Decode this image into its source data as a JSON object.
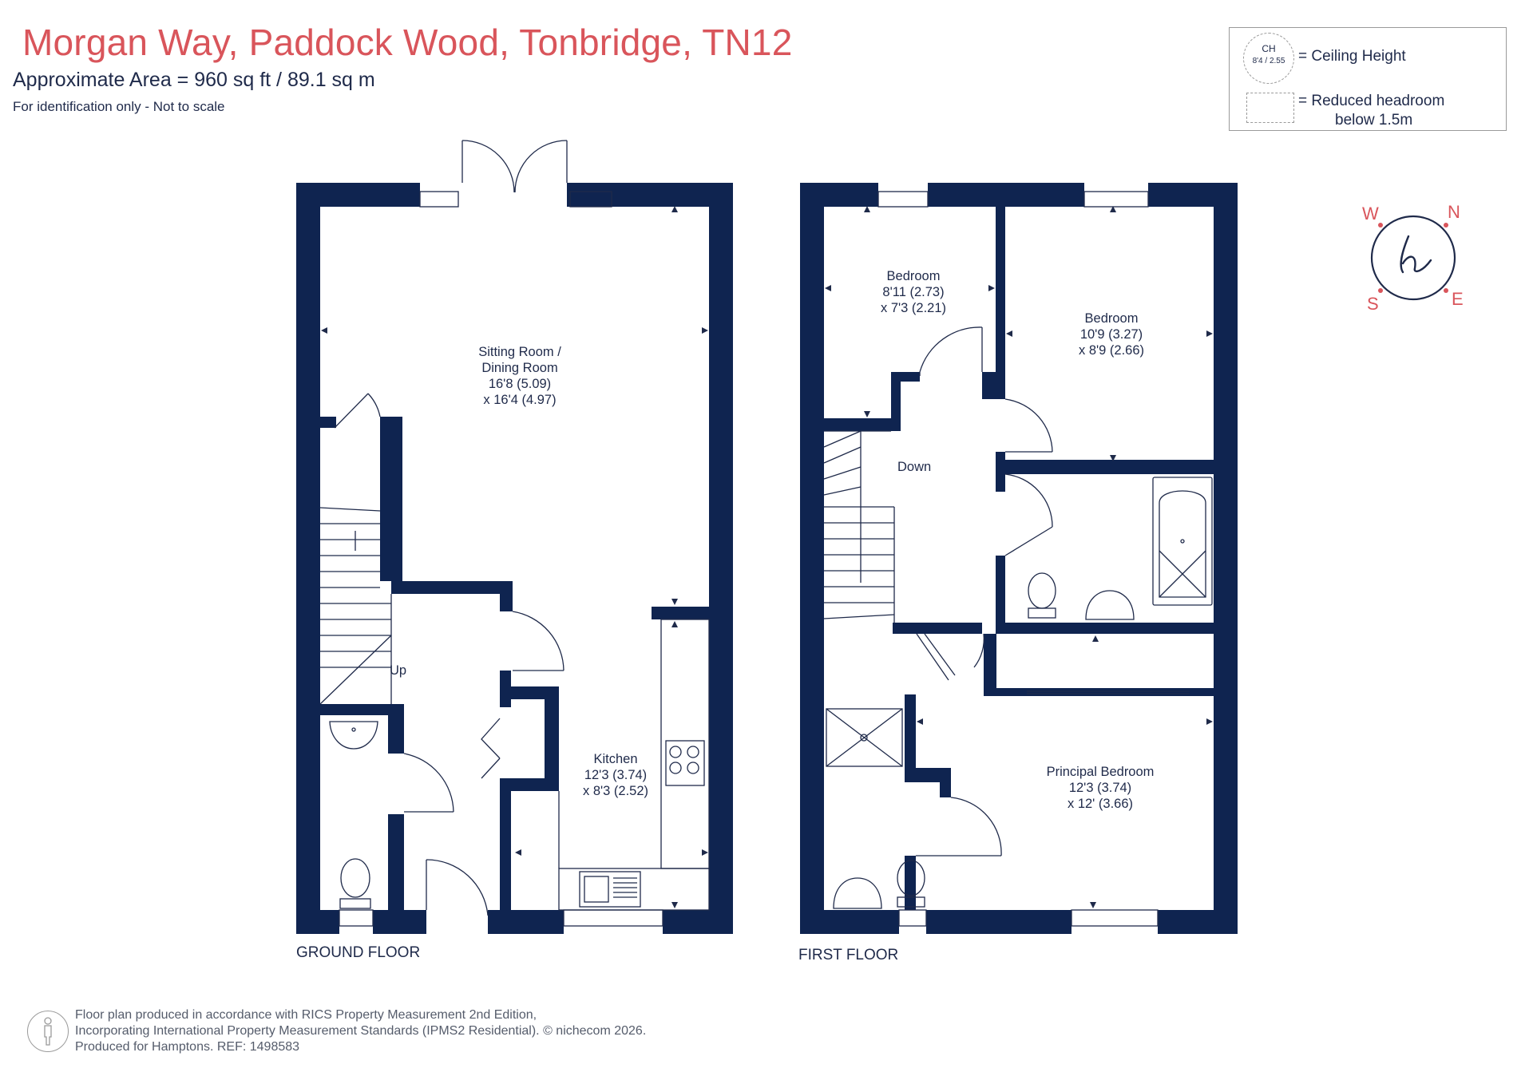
{
  "header": {
    "title": "Morgan Way, Paddock Wood, Tonbridge, TN12",
    "area": "Approximate Area = 960 sq ft / 89.1 sq m",
    "note": "For identification only - Not to scale"
  },
  "legend": {
    "ch_label": "CH",
    "ch_value": "8'4 / 2.55",
    "ceiling_text": "= Ceiling Height",
    "headroom_text_1": "= Reduced headroom",
    "headroom_text_2": "below 1.5m"
  },
  "compass": {
    "w": "W",
    "n": "N",
    "s": "S",
    "e": "E"
  },
  "ground_floor": {
    "label": "GROUND FLOOR",
    "sitting": {
      "name_1": "Sitting Room /",
      "name_2": "Dining Room",
      "dim_1": "16'8 (5.09)",
      "dim_2": "x 16'4 (4.97)"
    },
    "kitchen": {
      "name": "Kitchen",
      "dim_1": "12'3 (3.74)",
      "dim_2": "x 8'3 (2.52)"
    },
    "stairs": "Up"
  },
  "first_floor": {
    "label": "FIRST FLOOR",
    "bedroom_small": {
      "name": "Bedroom",
      "dim_1": "8'11 (2.73)",
      "dim_2": "x 7'3 (2.21)"
    },
    "bedroom_mid": {
      "name": "Bedroom",
      "dim_1": "10'9 (3.27)",
      "dim_2": "x 8'9 (2.66)"
    },
    "principal": {
      "name": "Principal Bedroom",
      "dim_1": "12'3 (3.74)",
      "dim_2": "x 12' (3.66)"
    },
    "stairs": "Down"
  },
  "footer": {
    "line_1": "Floor plan produced in accordance with RICS Property Measurement 2nd Edition,",
    "line_2": "Incorporating International Property Measurement Standards (IPMS2 Residential).   © nichecom 2026.",
    "line_3": "Produced for Hamptons.   REF:  1498583"
  },
  "colors": {
    "wall": "#0f2450",
    "title": "#d9555b",
    "text": "#1f2a4a"
  }
}
